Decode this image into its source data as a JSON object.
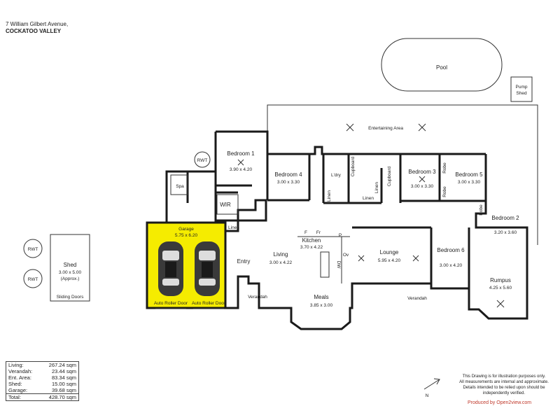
{
  "header": {
    "street": "7 William Gilbert Avenue,",
    "suburb": "COCKATOO VALLEY"
  },
  "rooms": {
    "pool": "Pool",
    "pump_shed_1": "Pump",
    "pump_shed_2": "Shed",
    "entertaining": "Entertaining Area",
    "bedroom1": "Bedroom 1",
    "bedroom1_dim": "3.90 x 4.20",
    "bedroom4": "Bedroom 4",
    "bedroom4_dim": "3.00 x 3.30",
    "ldry": "L'dry",
    "cupboard1": "Cupboard",
    "cupboard2": "Cupboard",
    "linen_ldry": "Linen",
    "linen2": "Linen",
    "linen3": "Linen",
    "linen_garage": "Linen",
    "bedroom3": "Bedroom 3",
    "bedroom3_dim": "3.00 x 3.30",
    "robe1": "Robe",
    "robe2": "Robe",
    "robe3": "Robe",
    "bedroom5": "Bedroom 5",
    "bedroom5_dim": "3.00 x 3.30",
    "bedroom2": "Bedroom 2",
    "bedroom2_dim": "3.20 x 3.60",
    "rwt": "RWT",
    "spa": "Spa",
    "wir": "WIR",
    "garage": "Garage",
    "garage_dim": "5.75 x 6.20",
    "auto_door_1": "Auto Roller Door",
    "auto_door_2": "Auto Roller Door",
    "living": "Living",
    "living_dim": "3.00 x 4.22",
    "kitchen": "Kitchen",
    "kitchen_dim": "3.70 x 4.22",
    "fridge": "F",
    "freezer": "Fr",
    "pantry": "P",
    "dishwasher": "DW",
    "oven": "Ov",
    "lounge": "Lounge",
    "lounge_dim": "5.95 x 4.20",
    "bedroom6": "Bedroom 6",
    "bedroom6_dim": "3.00 x 4.20",
    "entry": "Entry",
    "verandah1": "Verandah",
    "verandah2": "Verandah",
    "meals": "Meals",
    "meals_dim": "3.85 x 3.00",
    "rumpus": "Rumpus",
    "rumpus_dim": "4.25 x 5.60",
    "shed": "Shed",
    "shed_dim": "3.00 x 5.00",
    "shed_approx": "(Approx.)",
    "sliding_doors": "Sliding Doors",
    "north": "N"
  },
  "areas": [
    {
      "label": "Living:",
      "value": "267.24 sqm"
    },
    {
      "label": "Verandah:",
      "value": "23.44 sqm"
    },
    {
      "label": "Ent. Area:",
      "value": "83.34 sqm"
    },
    {
      "label": "Shed:",
      "value": "15.00 sqm"
    },
    {
      "label": "Garage:",
      "value": "39.68 sqm"
    }
  ],
  "area_total": {
    "label": "Total:",
    "value": "428.70 sqm"
  },
  "disclaimer": {
    "line1": "This Drawing is for illustration purposes only.",
    "line2": "All measurements are internal and  approximate.",
    "line3": "Details intended to be relied upon should be",
    "line4": "independently verified."
  },
  "credit": "Produced by Open2view.com",
  "colors": {
    "garage_fill": "#f5ec00",
    "wall": "#1a1a1a",
    "credit": "#c0392b"
  },
  "icons": [
    "light-x-icon",
    "car-icon",
    "compass-arrow-icon"
  ]
}
